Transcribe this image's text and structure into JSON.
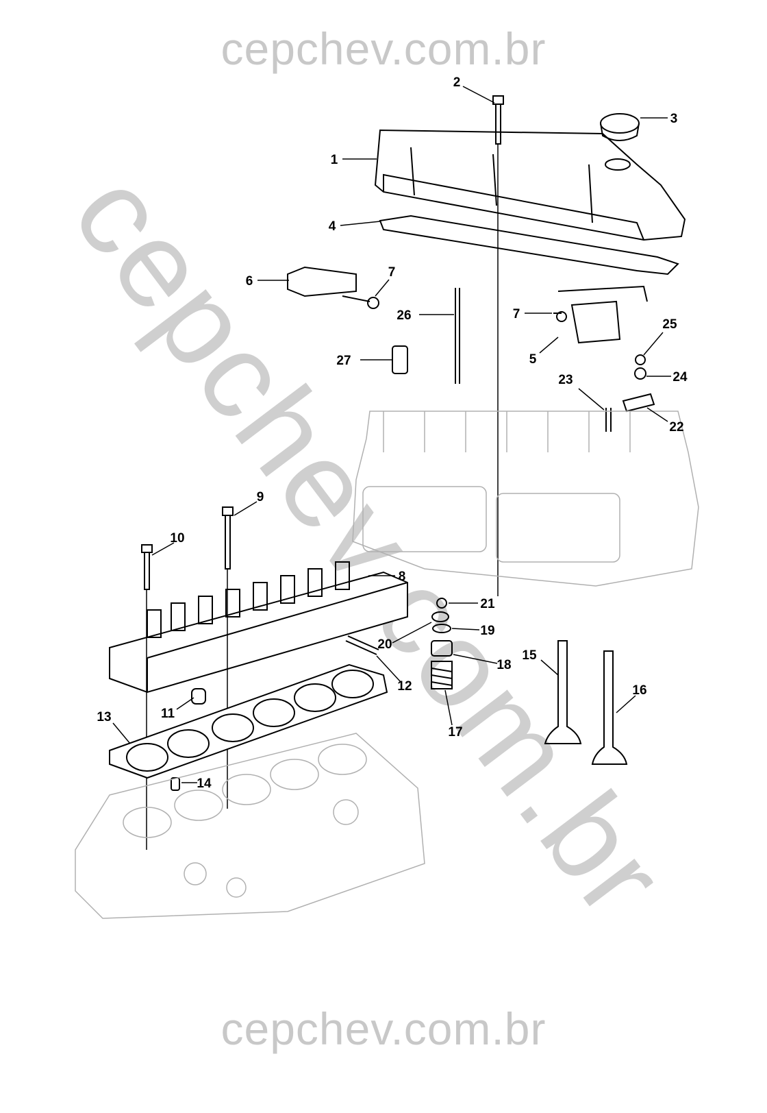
{
  "watermark": {
    "top": "cepchev.com.br",
    "diagonal": "cepchev.com.br",
    "bottom": "cepchev.com.br"
  },
  "callouts": [
    "1",
    "2",
    "3",
    "4",
    "5",
    "6",
    "7",
    "7",
    "8",
    "9",
    "10",
    "11",
    "12",
    "13",
    "14",
    "15",
    "16",
    "17",
    "18",
    "19",
    "20",
    "21",
    "22",
    "23",
    "24",
    "25",
    "26",
    "27"
  ]
}
